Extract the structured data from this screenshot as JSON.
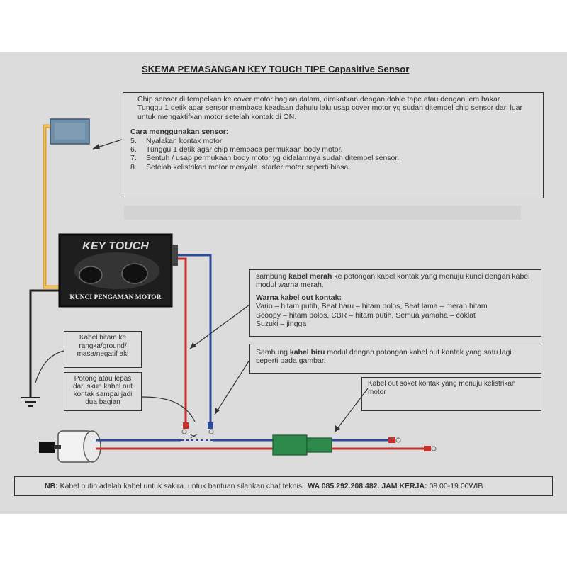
{
  "title": "SKEMA PEMASANGAN KEY TOUCH TIPE Capasitive Sensor",
  "chip_note": {
    "line1": "Chip sensor di tempelkan ke cover motor bagian dalam, direkatkan dengan doble tape atau dengan lem bakar.",
    "line2": "Tunggu 1 detik agar sensor membaca keadaan dahulu lalu usap cover motor yg sudah ditempel chip sensor dari luar untuk mengaktifkan motor setelah kontak di ON.",
    "usage_heading": "Cara menggunakan sensor:",
    "steps": [
      {
        "num": "5.",
        "text": "Nyalakan kontak motor"
      },
      {
        "num": "6.",
        "text": "Tunggu 1  detik agar chip membaca permukaan body motor."
      },
      {
        "num": "7.",
        "text": "Sentuh / usap permukaan body motor yg didalamnya sudah ditempel sensor."
      },
      {
        "num": "8.",
        "text": "Setelah kelistrikan motor menyala, starter motor seperti biasa."
      }
    ]
  },
  "module": {
    "brand": "KEY TOUCH",
    "caption": "KUNCI PENGAMAN MOTOR"
  },
  "red_wire_note": {
    "intro_pre": "sambung ",
    "intro_strong": "kabel merah",
    "intro_post": " ke potongan kabel kontak yang menuju kunci dengan kabel modul warna merah.",
    "colors_heading": "Warna kabel out kontak:",
    "colors": [
      "Vario – hitam putih, Beat baru – hitam polos, Beat lama – merah hitam",
      "Scoopy – hitam polos, CBR – hitam putih, Semua yamaha – coklat",
      "Suzuki – jingga"
    ]
  },
  "blue_wire_note": {
    "pre": "Sambung ",
    "strong": "kabel biru",
    "post": " modul dengan potongan kabel out kontak yang satu lagi seperti pada gambar."
  },
  "ground_note": "Kabel hitam ke rangka/ground/ masa/negatif aki",
  "cut_note": "Potong atau lepas dari skun kabel out kontak sampai jadi dua bagian",
  "out_note": "Kabel out soket kontak yang menuju kelistrikan motor",
  "footer": {
    "label": "NB:",
    "text": " Kabel putih adalah kabel untuk sakira. untuk bantuan silahkan chat teknisi. ",
    "contact": "WA 085.292.208.482. JAM KERJA:",
    "hours": " 08.00-19.00WIB"
  },
  "colors": {
    "wire_red": "#c8302c",
    "wire_blue": "#2c4a9a",
    "wire_yellow": "#e0a030",
    "wire_black": "#222222",
    "connector_green": "#2e8a4a",
    "chip_blue": "#6f8fa8"
  }
}
